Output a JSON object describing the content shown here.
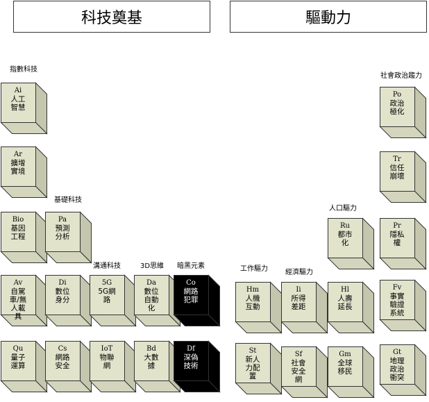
{
  "headers": {
    "left": "科技奠基",
    "right": "驅動力"
  },
  "colors": {
    "face": "#e1e3cb",
    "side": "#c4c6ae",
    "top": "#d3d5bd",
    "dark": "#000000"
  },
  "labels": {
    "index_tech": "指數科技",
    "base_tech": "基礎科技",
    "comm_tech": "溝通科技",
    "thinking_3d": "3D思維",
    "dark_elements": "暗黑元素",
    "social_politics": "社會政治趨力",
    "population": "人口驅力",
    "work": "工作驅力",
    "economy": "經濟驅力"
  },
  "blocks": {
    "ai": {
      "code": "Ai",
      "name": "人工\n智慧"
    },
    "ar": {
      "code": "Ar",
      "name": "擴增\n實境"
    },
    "bio": {
      "code": "Bio",
      "name": "基因\n工程"
    },
    "pa": {
      "code": "Pa",
      "name": "預測\n分析"
    },
    "av": {
      "code": "Av",
      "name": "自駕\n車/無\n人載\n具"
    },
    "di": {
      "code": "Di",
      "name": "數位\n身分"
    },
    "g5": {
      "code": "5G",
      "name": "5G網\n路"
    },
    "da": {
      "code": "Da",
      "name": "數位\n自動\n化"
    },
    "co": {
      "code": "Co",
      "name": "網路\n犯罪"
    },
    "qu": {
      "code": "Qu",
      "name": "量子\n運算"
    },
    "cs": {
      "code": "Cs",
      "name": "網路\n安全"
    },
    "iot": {
      "code": "IoT",
      "name": "物聯\n網"
    },
    "bd": {
      "code": "Bd",
      "name": "大數\n據"
    },
    "df": {
      "code": "Df",
      "name": "深偽\n技術"
    },
    "po": {
      "code": "Po",
      "name": "政治\n極化"
    },
    "tr": {
      "code": "Tr",
      "name": "信任\n崩壞"
    },
    "pr": {
      "code": "Pr",
      "name": "隱私\n權"
    },
    "fv": {
      "code": "Fv",
      "name": "事實\n驗證\n系統"
    },
    "gt": {
      "code": "Gt",
      "name": "地理\n政治\n衝突"
    },
    "ru": {
      "code": "Ru",
      "name": "都市\n化"
    },
    "hl": {
      "code": "Hl",
      "name": "人壽\n延長"
    },
    "gm": {
      "code": "Gm",
      "name": "全球\n移民"
    },
    "ii": {
      "code": "Ii",
      "name": "所得\n差距"
    },
    "sf": {
      "code": "Sf",
      "name": "社會\n安全\n網"
    },
    "hm": {
      "code": "Hm",
      "name": "人機\n互動"
    },
    "st": {
      "code": "St",
      "name": "新人\n力配\n置"
    }
  }
}
